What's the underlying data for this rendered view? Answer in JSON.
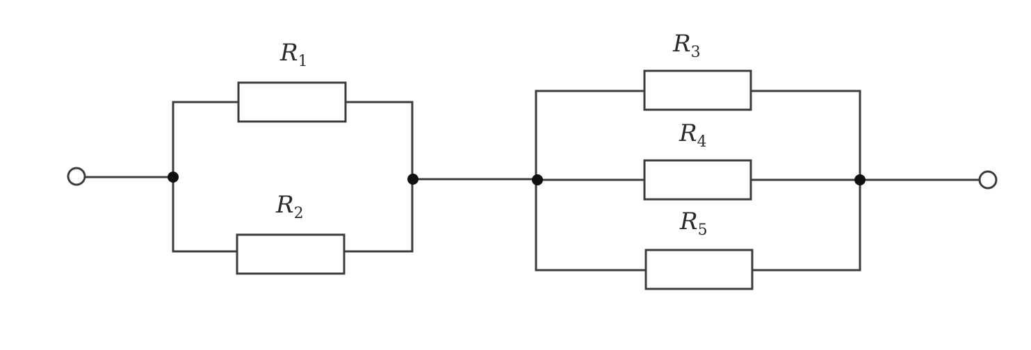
{
  "resistors": [
    {
      "id": "R1",
      "symbol": "R",
      "subscript": "1"
    },
    {
      "id": "R2",
      "symbol": "R",
      "subscript": "2"
    },
    {
      "id": "R3",
      "symbol": "R",
      "subscript": "3"
    },
    {
      "id": "R4",
      "symbol": "R",
      "subscript": "4"
    },
    {
      "id": "R5",
      "symbol": "R",
      "subscript": "5"
    }
  ],
  "colors": {
    "wire": "#3b3b3b",
    "node": "#111111",
    "background": "#ffffff"
  }
}
